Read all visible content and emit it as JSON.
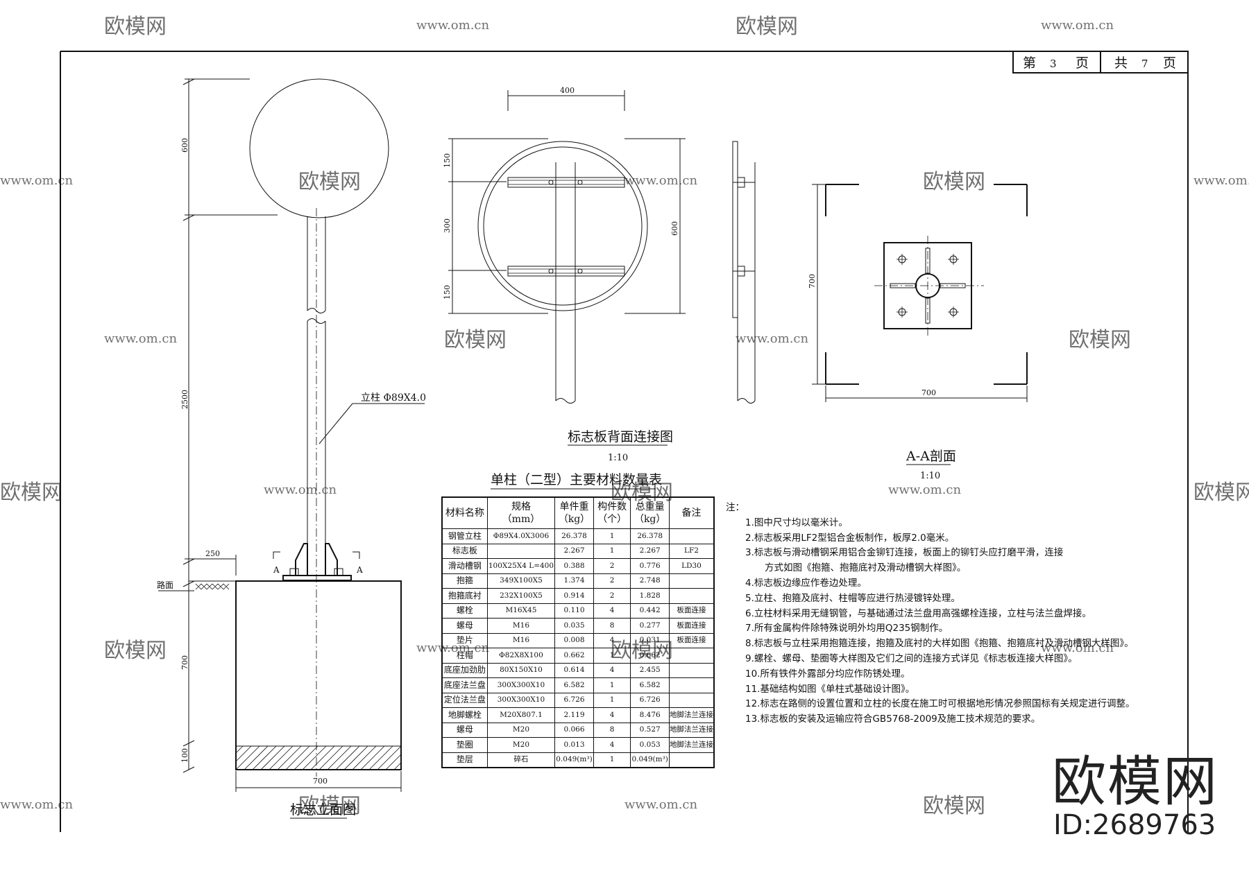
{
  "page_info": {
    "label_di": "第",
    "current": "3",
    "label_ye": "页",
    "label_gong": "共",
    "total": "7",
    "label_ye2": "页"
  },
  "elevation_view": {
    "title": "标志立面图",
    "dims": {
      "sign_height": "600",
      "post_height": "2500",
      "foundation_height": "700",
      "cushion_height": "100",
      "offset": "250",
      "foundation_width": "700"
    },
    "road_label": "路面",
    "post_label": "立柱 Φ89X4.0",
    "section_mark": "A"
  },
  "back_view": {
    "title": "标志板背面连接图",
    "scale": "1:10",
    "dims": {
      "width": "400",
      "top": "150",
      "middle": "300",
      "bottom": "150",
      "height": "600"
    }
  },
  "section_view": {
    "title": "A-A剖面",
    "scale": "1:10",
    "dims": {
      "height": "700",
      "width": "700"
    }
  },
  "material_table": {
    "title": "单柱（二型）主要材料数量表",
    "headers": [
      "材料名称",
      "规格\n（mm）",
      "单件重\n（kg）",
      "构件数\n（个）",
      "总重量\n（kg）",
      "备注"
    ],
    "rows": [
      [
        "钢管立柱",
        "Φ89X4.0X3006",
        "26.378",
        "1",
        "26.378",
        ""
      ],
      [
        "标志板",
        "",
        "2.267",
        "1",
        "2.267",
        "LF2"
      ],
      [
        "滑动槽钢",
        "100X25X4 L=400",
        "0.388",
        "2",
        "0.776",
        "LD30"
      ],
      [
        "抱箍",
        "349X100X5",
        "1.374",
        "2",
        "2.748",
        ""
      ],
      [
        "抱箍底衬",
        "232X100X5",
        "0.914",
        "2",
        "1.828",
        ""
      ],
      [
        "螺栓",
        "M16X45",
        "0.110",
        "4",
        "0.442",
        "板面连接"
      ],
      [
        "螺母",
        "M16",
        "0.035",
        "8",
        "0.277",
        "板面连接"
      ],
      [
        "垫片",
        "M16",
        "0.008",
        "4",
        "0.031",
        "板面连接"
      ],
      [
        "柱帽",
        "Φ82X8X100",
        "0.662",
        "1",
        "0.662",
        ""
      ],
      [
        "底座加劲肋",
        "80X150X10",
        "0.614",
        "4",
        "2.455",
        ""
      ],
      [
        "底座法兰盘",
        "300X300X10",
        "6.582",
        "1",
        "6.582",
        ""
      ],
      [
        "定位法兰盘",
        "300X300X10",
        "6.726",
        "1",
        "6.726",
        ""
      ],
      [
        "地脚螺栓",
        "M20X807.1",
        "2.119",
        "4",
        "8.476",
        "地脚法兰连接"
      ],
      [
        "螺母",
        "M20",
        "0.066",
        "8",
        "0.527",
        "地脚法兰连接"
      ],
      [
        "垫圈",
        "M20",
        "0.013",
        "4",
        "0.053",
        "地脚法兰连接"
      ],
      [
        "垫层",
        "碎石",
        "0.049(m³)",
        "1",
        "0.049(m³)",
        ""
      ]
    ]
  },
  "notes": {
    "heading": "注：",
    "items": [
      "1.图中尺寸均以毫米计。",
      "2.标志板采用LF2型铝合金板制作，板厚2.0毫米。",
      "3.标志板与滑动槽钢采用铝合金铆钉连接，板面上的铆钉头应打磨平滑，连接",
      "方式如图《抱箍、抱箍底衬及滑动槽钢大样图》。",
      "4.标志板边缘应作卷边处理。",
      "5.立柱、抱箍及底衬、柱帽等应进行热浸镀锌处理。",
      "6.立柱材料采用无缝钢管，与基础通过法兰盘用高强螺栓连接，立柱与法兰盘焊接。",
      "7.所有金属构件除特殊说明外均用Q235钢制作。",
      "8.标志板与立柱采用抱箍连接，抱箍及底衬的大样如图《抱箍、抱箍底衬及滑动槽钢大样图》。",
      "9.螺栓、螺母、垫圈等大样图及它们之间的连接方式详见《标志板连接大样图》。",
      "10.所有铁件外露部分均应作防锈处理。",
      "11.基础结构如图《单柱式基础设计图》。",
      "12.标志在路侧的设置位置和立柱的长度在施工时可根据地形情况参照国标有关规定进行调整。",
      "13.标志板的安装及运输应符合GB5768-2009及施工技术规范的要求。"
    ]
  },
  "brand": {
    "name": "欧模网",
    "id": "ID:2689763"
  },
  "watermark": {
    "logo": "欧模网",
    "url": "www.om.cn"
  }
}
